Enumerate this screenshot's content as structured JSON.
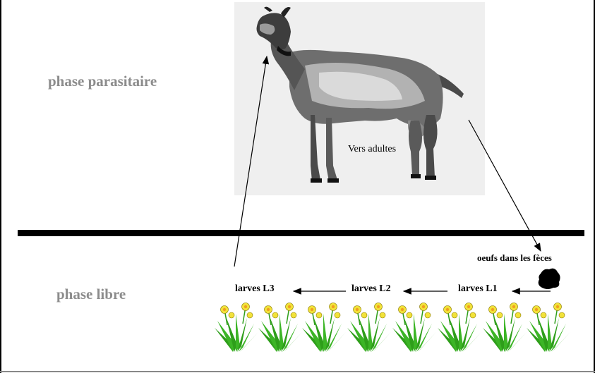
{
  "phases": {
    "parasitic": "phase parasitaire",
    "free": "phase libre"
  },
  "labels": {
    "adult_worms": "Vers adultes",
    "eggs_in_feces": "oeufs dans les fèces",
    "larvae_l1": "larves L1",
    "larvae_l2": "larves L2",
    "larvae_l3": "larves L3"
  },
  "colors": {
    "phase_text": "#8c8c8c",
    "divider": "#000000",
    "goat_background": "#efefef",
    "leaf_green": "#2e9e1a",
    "flower_yellow": "#f2e23a"
  },
  "icons": {
    "goat": "goat-illustration",
    "feces": "feces-icon",
    "plants": "daffodil-icon"
  }
}
